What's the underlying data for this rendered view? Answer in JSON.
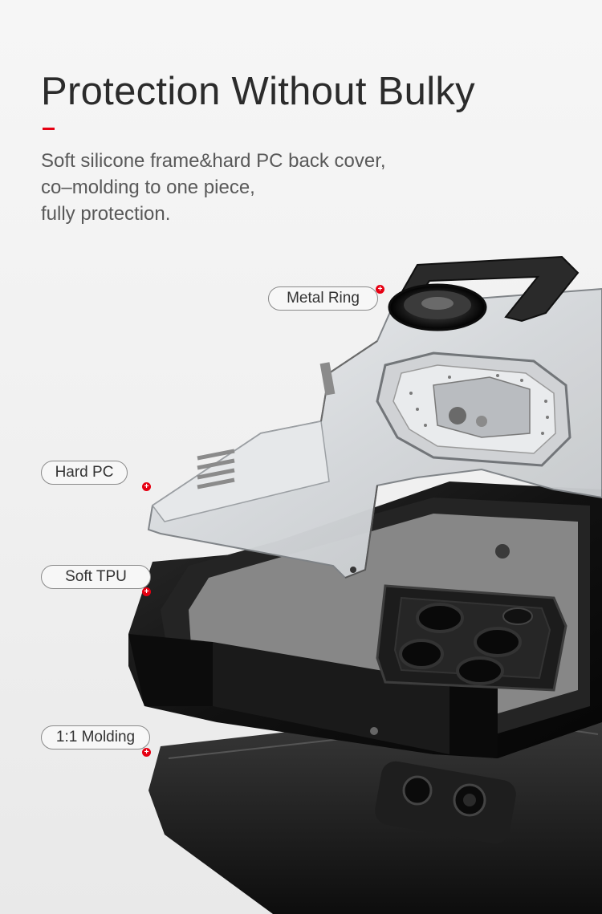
{
  "header": {
    "title": "Protection Without Bulky",
    "accent_color": "#e60012",
    "description_lines": [
      "Soft silicone frame&hard PC back cover,",
      "co–molding to one piece,",
      "fully protection."
    ]
  },
  "callouts": [
    {
      "label": "Metal Ring",
      "marker": "plus-icon"
    },
    {
      "label": "Hard PC",
      "marker": "plus-icon"
    },
    {
      "label": "Soft TPU",
      "marker": "plus-icon"
    },
    {
      "label": "1:1 Molding",
      "marker": "plus-icon"
    }
  ],
  "marker_symbol": "+",
  "colors": {
    "marker": "#e60012",
    "case_black": "#141414",
    "pc_clear": "#d9dcdf"
  }
}
